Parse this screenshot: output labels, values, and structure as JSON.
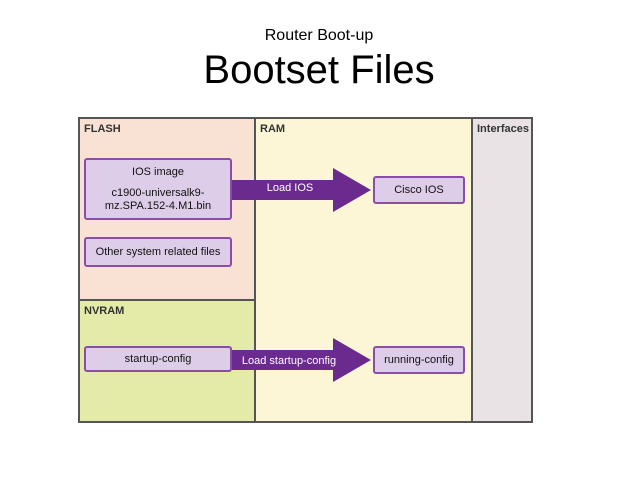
{
  "header": {
    "subtitle": "Router Boot-up",
    "title": "Bootset Files"
  },
  "regions": {
    "flash": "FLASH",
    "ram": "RAM",
    "interfaces": "Interfaces",
    "nvram": "NVRAM"
  },
  "files": {
    "ios_image": {
      "label": "IOS image",
      "filename_line1": "c1900-universalk9-",
      "filename_line2": "mz.SPA.152-4.M1.bin"
    },
    "other_files": "Other system related files",
    "startup_config": "startup-config",
    "cisco_ios": "Cisco IOS",
    "running_config": "running-config"
  },
  "arrows": {
    "load_ios": "Load IOS",
    "load_startup_config": "Load startup-config"
  },
  "colors": {
    "flash_bg": "#f9e2d3",
    "nvram_bg": "#e4eba9",
    "ram_bg": "#fdf6d6",
    "interfaces_bg": "#e9e3e6",
    "file_box_bg": "#ddcde8",
    "file_box_border": "#8a4ea8",
    "arrow": "#6a2a8e"
  }
}
